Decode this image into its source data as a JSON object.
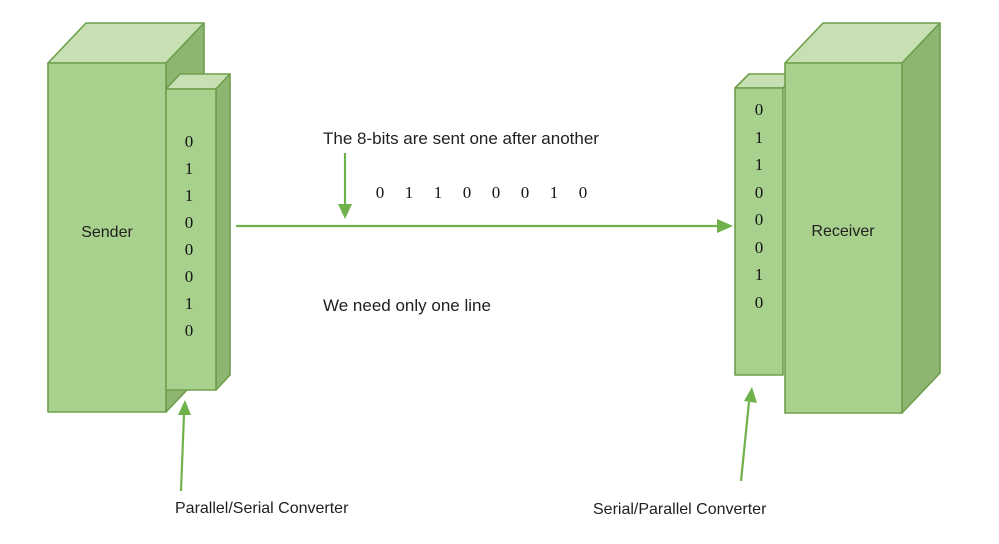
{
  "diagram": {
    "sender": {
      "label": "Sender",
      "bits": [
        "0",
        "1",
        "1",
        "0",
        "0",
        "0",
        "1",
        "0"
      ]
    },
    "receiver": {
      "label": "Receiver",
      "bits": [
        "0",
        "1",
        "1",
        "0",
        "0",
        "0",
        "1",
        "0"
      ]
    },
    "annotations": {
      "top_note": "The 8-bits are sent one after another",
      "serial_bits": [
        "0",
        "1",
        "1",
        "0",
        "0",
        "0",
        "1",
        "0"
      ],
      "mid_note": "We need only one line",
      "left_converter": "Parallel/Serial Converter",
      "right_converter": "Serial/Parallel Converter"
    },
    "colors": {
      "box_front": "#a9d18e",
      "box_top": "#c6e0b4",
      "box_side": "#8fb572",
      "box_stroke": "#6d9f4b",
      "arrow": "#6fb24c",
      "text": "#1f1f1f"
    }
  }
}
